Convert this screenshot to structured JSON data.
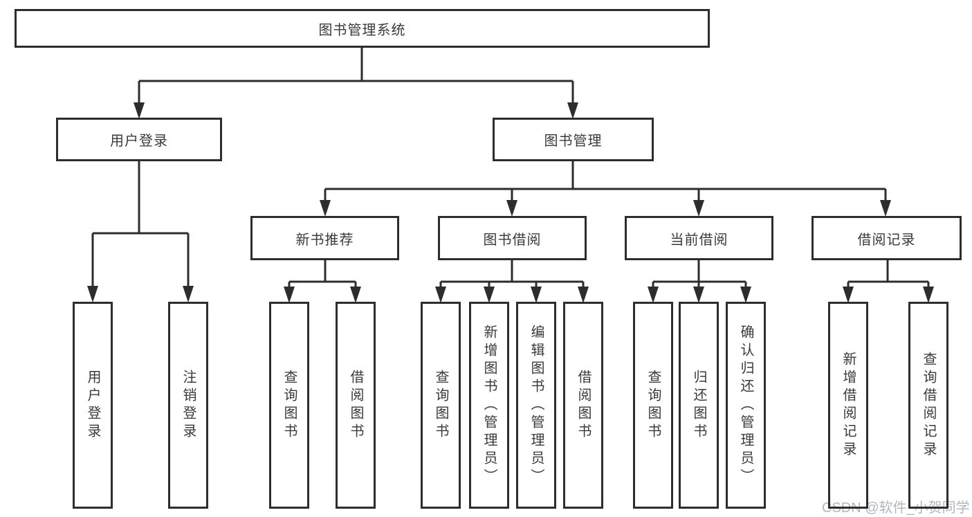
{
  "diagram": {
    "tree": {
      "root": {
        "label": "图书管理系统",
        "children": [
          {
            "label": "用户登录",
            "children": [
              {
                "label": "用户登录"
              },
              {
                "label": "注销登录"
              }
            ]
          },
          {
            "label": "图书管理",
            "children": [
              {
                "label": "新书推荐",
                "children": [
                  {
                    "label": "查询图书"
                  },
                  {
                    "label": "借阅图书"
                  }
                ]
              },
              {
                "label": "图书借阅",
                "children": [
                  {
                    "label": "查询图书"
                  },
                  {
                    "label": "新增图书（管理员）"
                  },
                  {
                    "label": "编辑图书（管理员）"
                  },
                  {
                    "label": "借阅图书"
                  }
                ]
              },
              {
                "label": "当前借阅",
                "children": [
                  {
                    "label": "查询图书"
                  },
                  {
                    "label": "归还图书"
                  },
                  {
                    "label": "确认归还（管理员）"
                  }
                ]
              },
              {
                "label": "借阅记录",
                "children": [
                  {
                    "label": "新增借阅记录"
                  },
                  {
                    "label": "查询借阅记录"
                  }
                ]
              }
            ]
          }
        ]
      }
    },
    "colors": {
      "line": "#2d2d2d",
      "box_border": "#2d2d2d",
      "box_fill": "#ffffff",
      "text": "#3a3a3a",
      "background": "#ffffff",
      "watermark": "#b2b6bd"
    }
  },
  "watermark": {
    "text": "CSDN @软件_小贺同学"
  }
}
